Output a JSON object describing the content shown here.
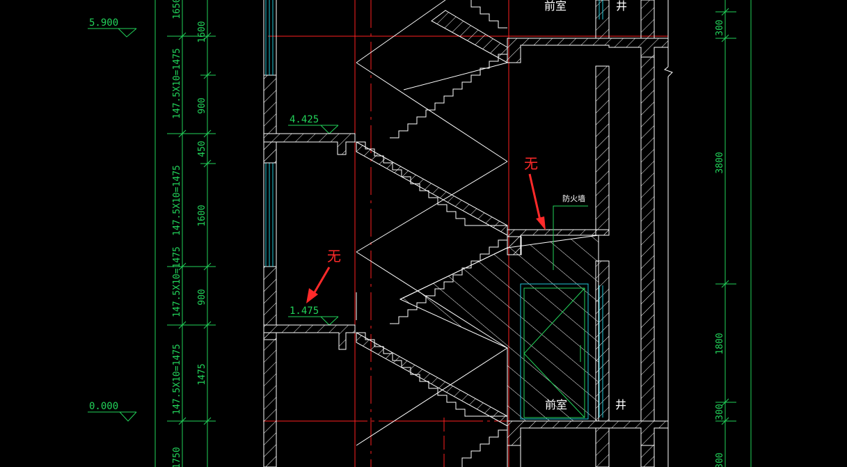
{
  "colors": {
    "background": "#000000",
    "dimension": "#22d35a",
    "grid": "#ff2020",
    "outline": "#ffffff",
    "window": "#20c8d8",
    "annotation": "#ff2a2a"
  },
  "elevations": [
    {
      "id": "el-top",
      "value": "5.900"
    },
    {
      "id": "el-mid",
      "value": "4.425"
    },
    {
      "id": "el-low",
      "value": "1.475"
    },
    {
      "id": "el-base",
      "value": "0.000"
    }
  ],
  "left_dims": {
    "stair_text": [
      "147.5X10=1475",
      "147.5X10=1475",
      "147.5X10=1475",
      "147.5X10=1475",
      "1750"
    ],
    "segment_text": [
      "1650",
      "1600",
      "900",
      "450",
      "1600",
      "900",
      "1475"
    ]
  },
  "right_dims": [
    "300",
    "3800",
    "1800",
    "300",
    "300"
  ],
  "rooms": {
    "front_top": "前室",
    "shaft_top": "井",
    "front_bottom": "前室",
    "shaft_bottom": "井"
  },
  "labels": {
    "firewall": "防火墙",
    "annotation_top": "无",
    "annotation_left": "无"
  }
}
